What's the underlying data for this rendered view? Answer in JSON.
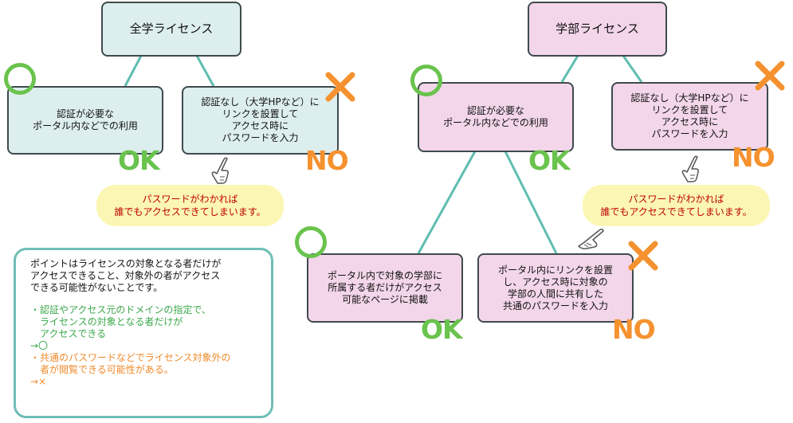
{
  "left_group": {
    "title": "全学ライセンス",
    "ok_box": "認証が必要な\nポータル内などでの利用",
    "ok_label": "OK",
    "no_box": "認証なし（大学HPなど）に\nリンクを設置して\nアクセス時に\nパスワードを入力",
    "no_label": "NO",
    "warning": "パスワードがわかれば\n誰でもアクセスできてしまいます。"
  },
  "right_group": {
    "title": "学部ライセンス",
    "ok_box": "認証が必要な\nポータル内などでの利用",
    "ok_label": "OK",
    "no_box": "認証なし（大学HPなど）に\nリンクを設置して\nアクセス時に\nパスワードを入力",
    "no_label": "NO",
    "warning": "パスワードがわかれば\n誰でもアクセスできてしまいます。",
    "sub_ok_box": "ポータル内で対象の学部に\n所属する者だけがアクセス\n可能なページに掲載",
    "sub_ok_label": "OK",
    "sub_no_box": "ポータル内にリンクを設置\nし、アクセス時に対象の\n学部の人間に共有した\n共通のパスワードを入力",
    "sub_no_label": "NO"
  },
  "note": {
    "intro": "ポイントはライセンスの対象となる者だけが\nアクセスできること、対象外の者がアクセス\nできる可能性がないことです。",
    "good": "・認証やアクセス元のドメインの指定で、\n　ライセンスの対象となる者だけが\n　アクセスできる\n→〇",
    "bad": "・共通のパスワードなどでライセンス対象外の\n　者が閲覧できる可能性がある。\n→×"
  },
  "colors": {
    "connector": "#5fbdb0",
    "ok_green": "#69c34d",
    "no_orange": "#f5922f",
    "teal_fill": "#ddeeee",
    "pink_fill": "#f3d6ea",
    "bubble_fill": "#fbf6b4",
    "warning_text": "#c00000"
  },
  "icons": [
    "circle-mark-icon",
    "x-mark-icon",
    "pointing-hand-icon"
  ]
}
